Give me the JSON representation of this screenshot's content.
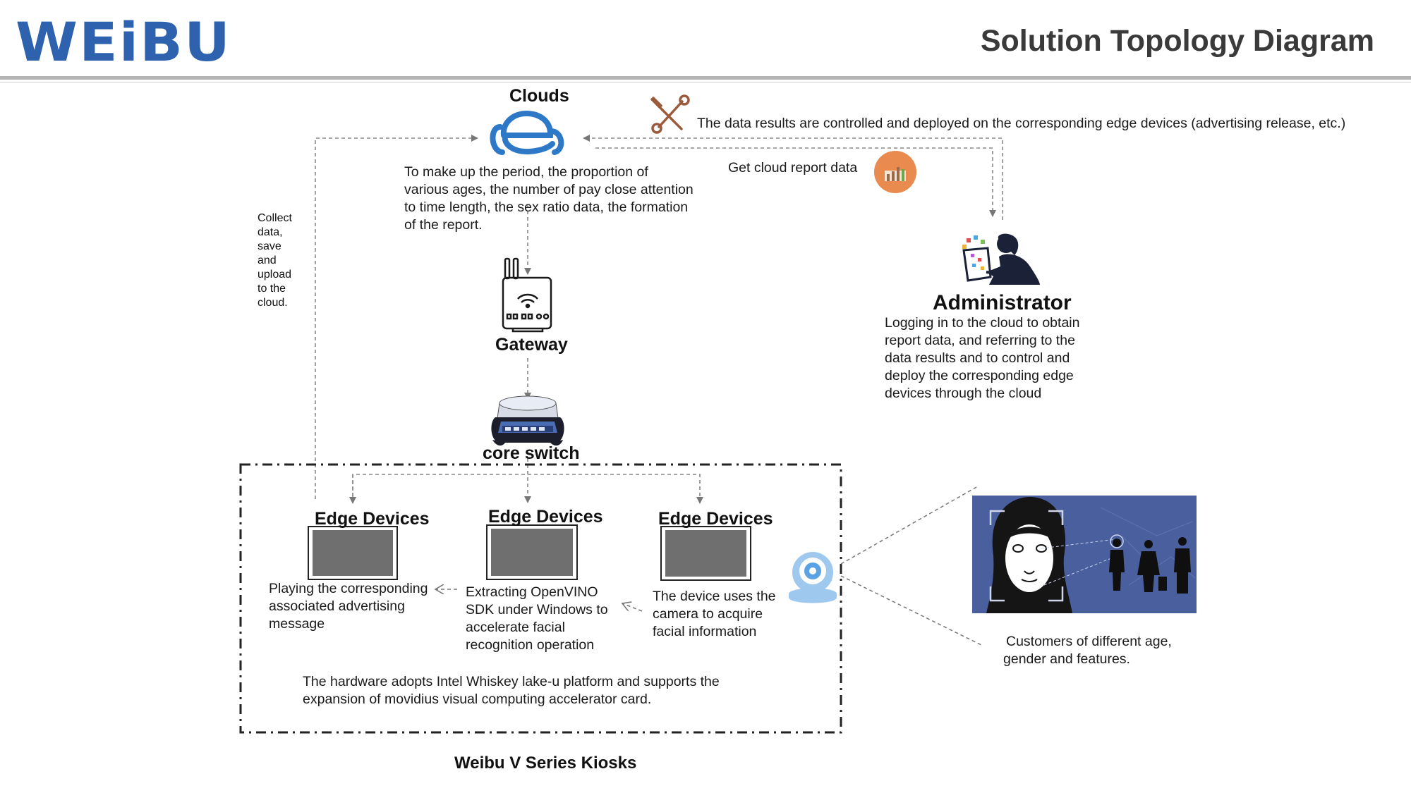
{
  "header": {
    "logo": "WEiBU",
    "title": "Solution Topology Diagram"
  },
  "colors": {
    "logo_blue": "#2f62ae",
    "cloud_blue": "#2e78c8",
    "icon_orange": "#e98a4e",
    "photo_blue": "#4a5f9e",
    "screen_gray": "#6f6f6f"
  },
  "clouds": {
    "label": "Clouds",
    "description": "To make up the period, the proportion of various ages, the number of pay close attention to time length, the sex ratio data, the formation of the report."
  },
  "annotations": {
    "control": "The data results are controlled and deployed on the corresponding edge devices (advertising release, etc.)",
    "report": "Get cloud report data",
    "collect": "Collect data, save and upload to the cloud."
  },
  "administrator": {
    "label": "Administrator",
    "description": "Logging in to the cloud to obtain report data, and referring to the data results and  to control and deploy the corresponding edge devices through the cloud"
  },
  "gateway": {
    "label": "Gateway"
  },
  "core_switch": {
    "label": "core switch"
  },
  "edge_devices": [
    {
      "label": "Edge Devices",
      "description": "Playing  the corresponding associated advertising message"
    },
    {
      "label": "Edge Devices",
      "description": "Extracting OpenVINO SDK under Windows to accelerate facial recognition operation"
    },
    {
      "label": "Edge Devices",
      "description": "The device uses the camera to acquire facial information"
    }
  ],
  "hardware_note": "The hardware adopts Intel Whiskey lake-u platform and supports the expansion of movidius visual computing accelerator card.",
  "customers": "Customers of different age, gender and features.",
  "kiosk_caption": "Weibu V Series Kiosks"
}
